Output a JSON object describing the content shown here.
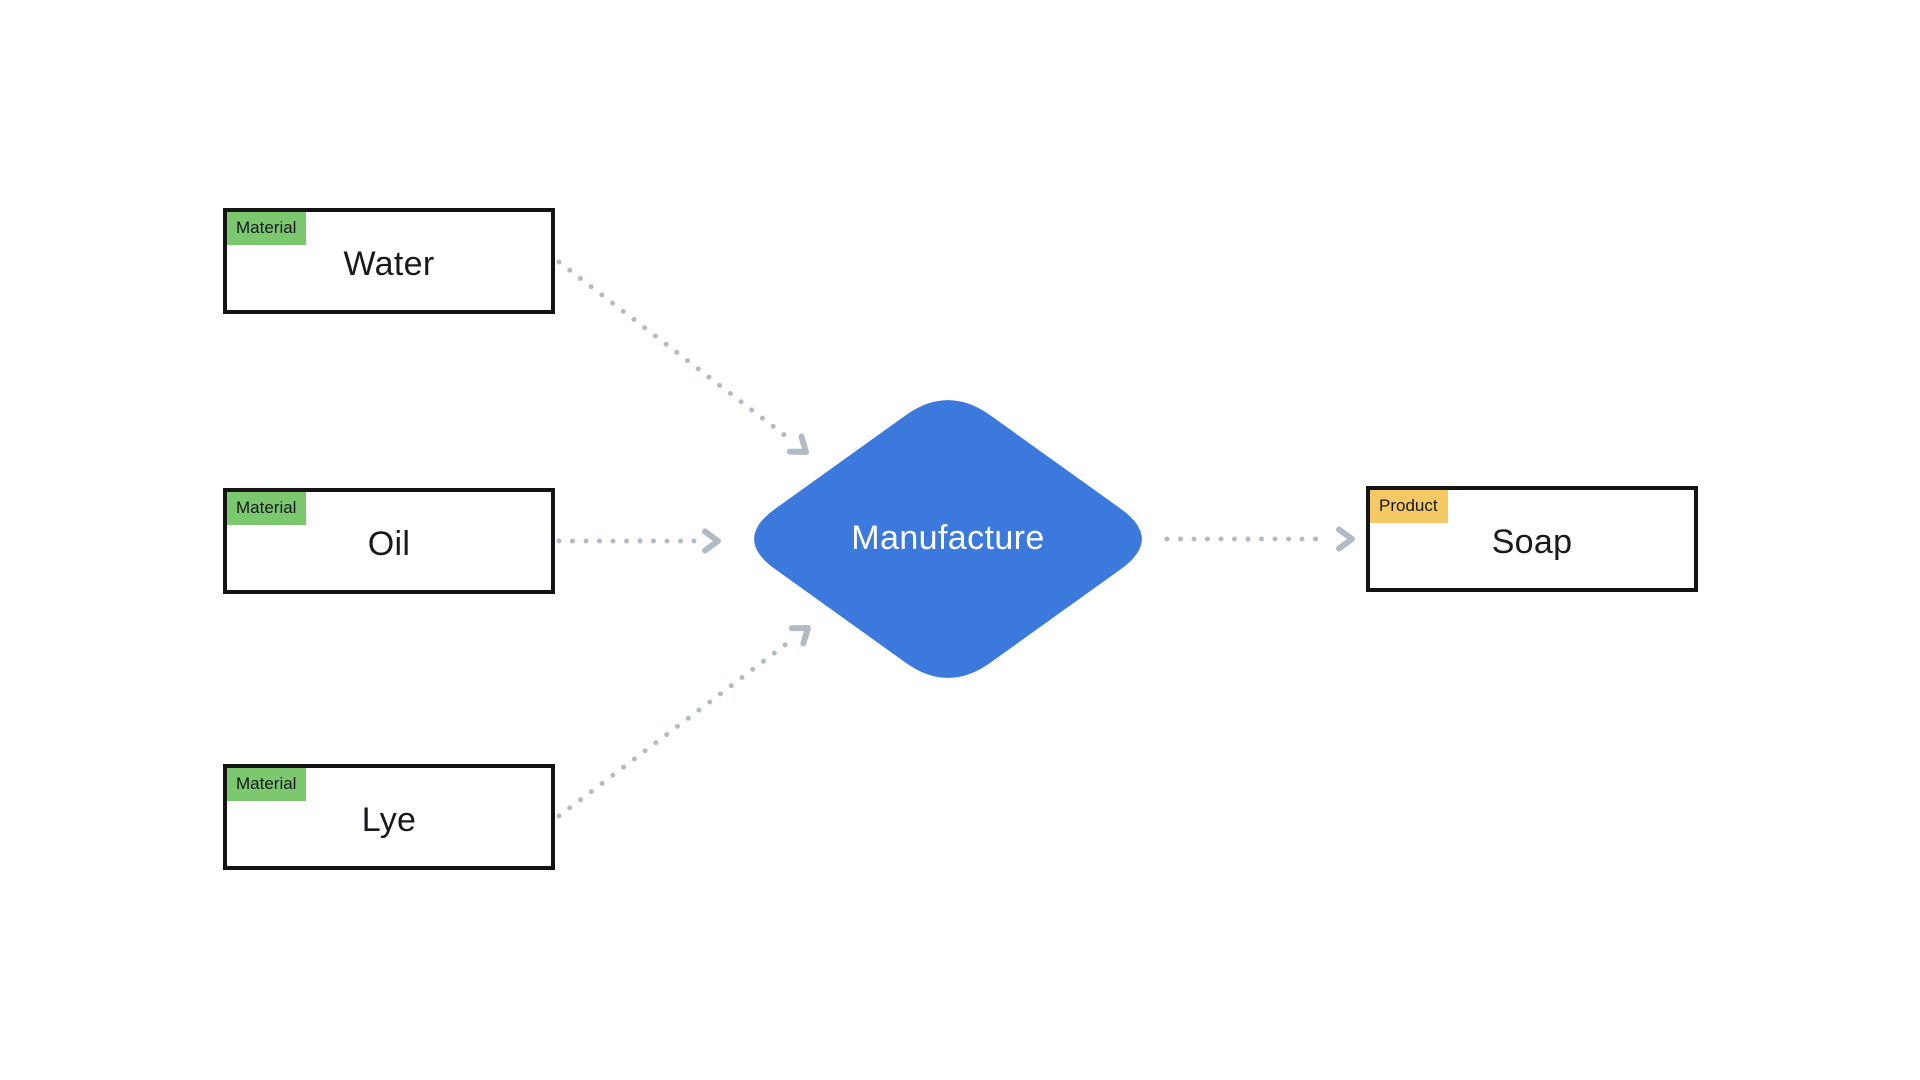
{
  "diagram": {
    "nodes": {
      "water": {
        "badge": "Material",
        "label": "Water",
        "shape": "rectangle"
      },
      "oil": {
        "badge": "Material",
        "label": "Oil",
        "shape": "rectangle"
      },
      "lye": {
        "badge": "Material",
        "label": "Lye",
        "shape": "rectangle"
      },
      "manufacture": {
        "label": "Manufacture",
        "shape": "diamond"
      },
      "soap": {
        "badge": "Product",
        "label": "Soap",
        "shape": "rectangle"
      }
    },
    "edges": [
      {
        "from": "Water",
        "to": "Manufacture",
        "style": "dotted-arrow"
      },
      {
        "from": "Oil",
        "to": "Manufacture",
        "style": "dotted-arrow"
      },
      {
        "from": "Lye",
        "to": "Manufacture",
        "style": "dotted-arrow"
      },
      {
        "from": "Manufacture",
        "to": "Soap",
        "style": "dotted-arrow"
      }
    ]
  },
  "colors": {
    "process_fill": "#3c79dd",
    "process_text": "#ffffff",
    "material_badge": "#7bc86f",
    "product_badge": "#f4c862",
    "connector": "#b2bbc5",
    "node_border": "#141414",
    "node_text": "#17191c",
    "background": "#ffffff"
  }
}
